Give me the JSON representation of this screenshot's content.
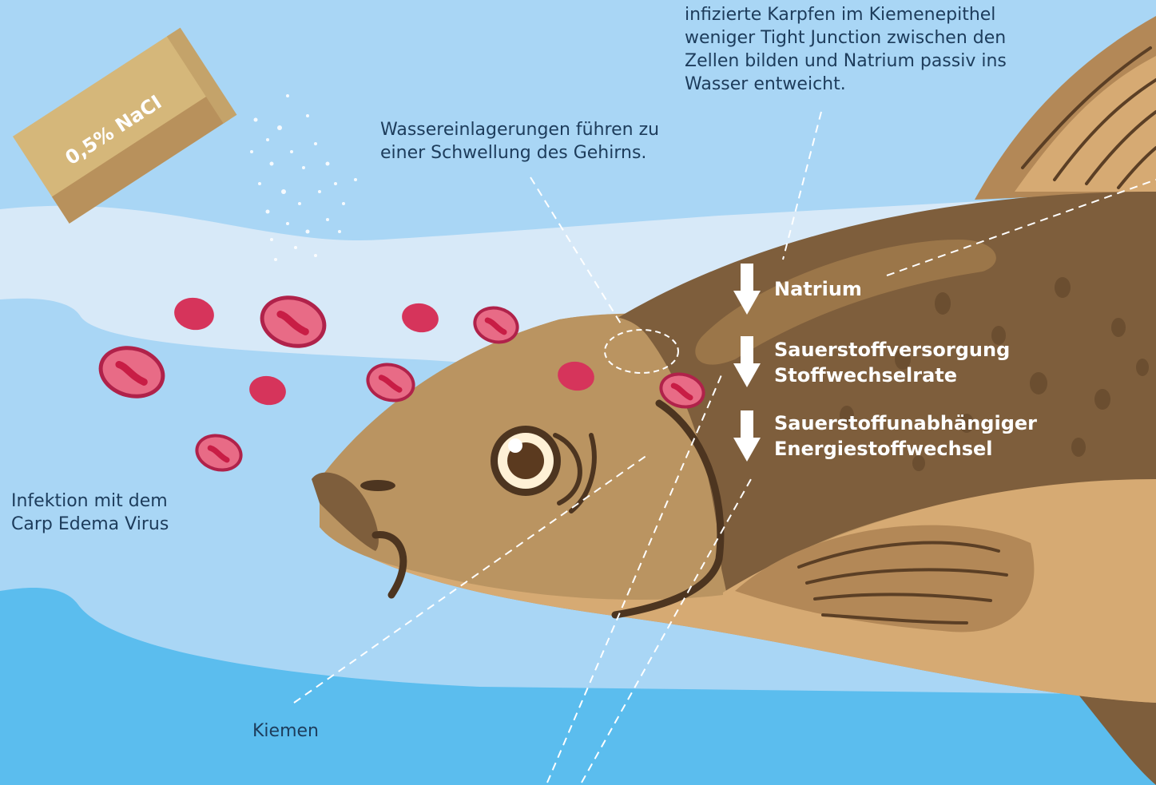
{
  "colors": {
    "water_light": "#a9d6f5",
    "water_band": "#d7e9f8",
    "water_deep": "#5bbdee",
    "fish_body": "#ba9461",
    "fish_back": "#7e5e3c",
    "fish_belly": "#d6aa73",
    "blood_cell": "#d6345b",
    "salt_box": "#d5b77a",
    "text": "#1d3c5b"
  },
  "salt_box": {
    "label": "0,5% NaCI"
  },
  "annotations": {
    "gill_epithel": "infizierte Karpfen im Kiemenepithel\nweniger Tight Junction zwischen den\nZellen bilden und Natrium passiv ins\nWasser entweicht.",
    "brain_swelling": "Wassereinlagerungen führen zu\neiner Schwellung des Gehirns.",
    "infection": "Infektion mit dem\nCarp Edema Virus",
    "gills": "Kiemen"
  },
  "effects": [
    {
      "icon": "down-arrow-icon",
      "text": "Natrium"
    },
    {
      "icon": "down-arrow-icon",
      "text": "Sauerstoffversorgung\nStoffwechselrate"
    },
    {
      "icon": "down-arrow-icon",
      "text": "Sauerstoffunabhängiger\nEnergiestoffwechsel"
    }
  ]
}
